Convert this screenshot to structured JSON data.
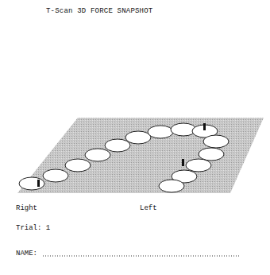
{
  "diagram": {
    "title": "T-Scan 3D FORCE SNAPSHOT",
    "labels": [
      "Right",
      "Left",
      "Trial: 1",
      "NAME:"
    ]
  }
}
